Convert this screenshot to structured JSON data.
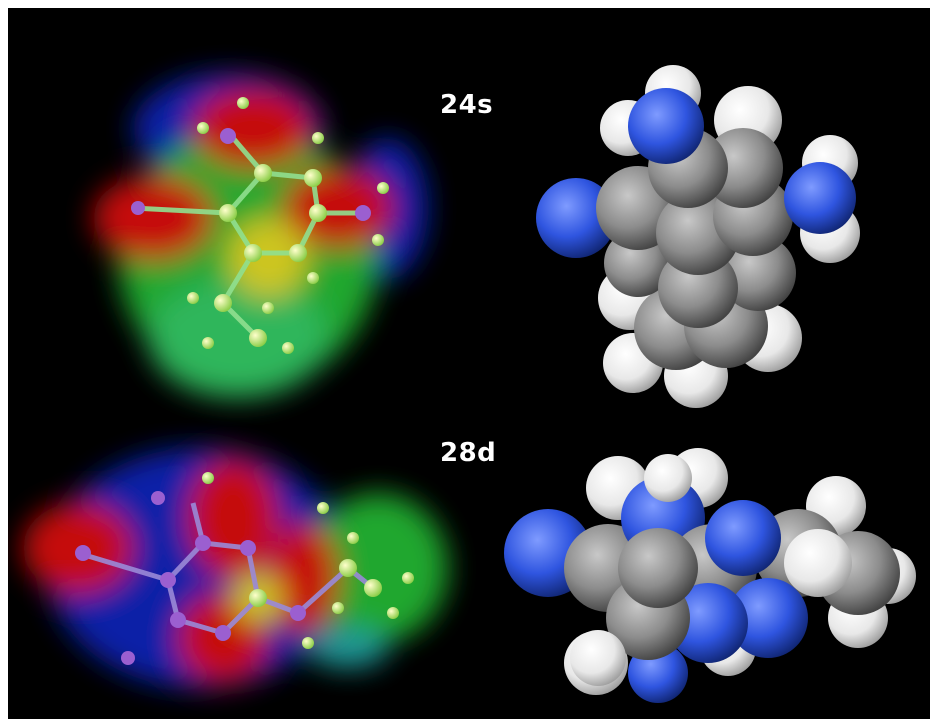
{
  "labels": {
    "top": "24s",
    "bottom": "28d"
  },
  "colors": {
    "background": "#000000",
    "carbon": "#8c8c8c",
    "nitrogen": "#2f55e0",
    "hydrogen": "#f2f2f2",
    "surface_negative": "#d01010",
    "surface_neutral": "#20b030",
    "surface_positive": "#1020b0"
  },
  "panels": [
    {
      "name": "24s-electrostatic-map",
      "kind": "electrostatic-potential-surface"
    },
    {
      "name": "24s-space-filling",
      "kind": "space-filling-model"
    },
    {
      "name": "28d-electrostatic-map",
      "kind": "electrostatic-potential-surface"
    },
    {
      "name": "28d-space-filling",
      "kind": "space-filling-model"
    }
  ]
}
